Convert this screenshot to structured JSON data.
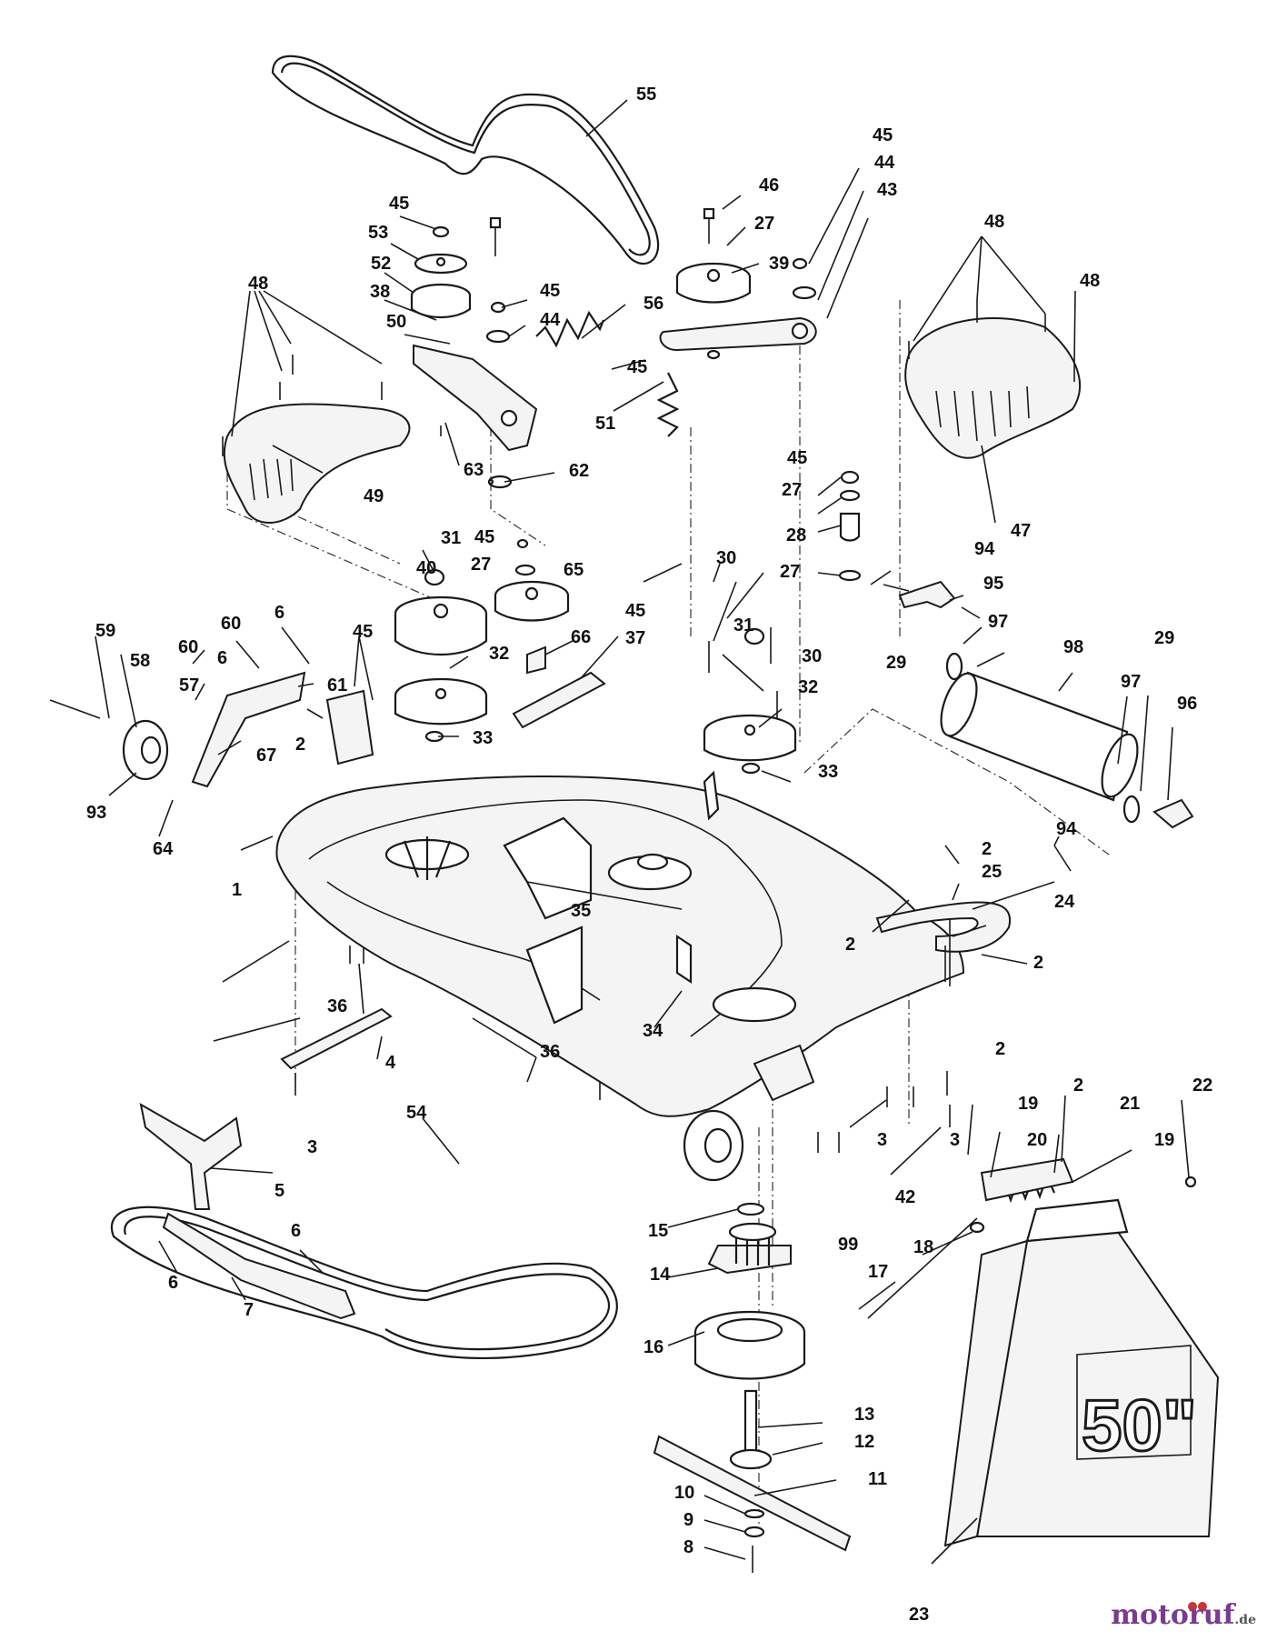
{
  "diagram": {
    "title": "",
    "decal_text": "50\"",
    "callouts": [
      "1",
      "2",
      "3",
      "4",
      "5",
      "6",
      "7",
      "8",
      "9",
      "10",
      "11",
      "12",
      "13",
      "14",
      "15",
      "16",
      "17",
      "18",
      "19",
      "20",
      "21",
      "22",
      "23",
      "24",
      "25",
      "27",
      "28",
      "29",
      "30",
      "31",
      "32",
      "33",
      "34",
      "35",
      "36",
      "37",
      "38",
      "39",
      "40",
      "42",
      "43",
      "44",
      "45",
      "46",
      "47",
      "48",
      "49",
      "50",
      "51",
      "52",
      "53",
      "54",
      "55",
      "56",
      "57",
      "58",
      "59",
      "60",
      "61",
      "62",
      "63",
      "64",
      "65",
      "66",
      "67",
      "93",
      "94",
      "95",
      "96",
      "97",
      "98",
      "99"
    ]
  },
  "watermark": {
    "brand": "motoruf",
    "tld": ".de",
    "color": "#7a3b8f"
  }
}
